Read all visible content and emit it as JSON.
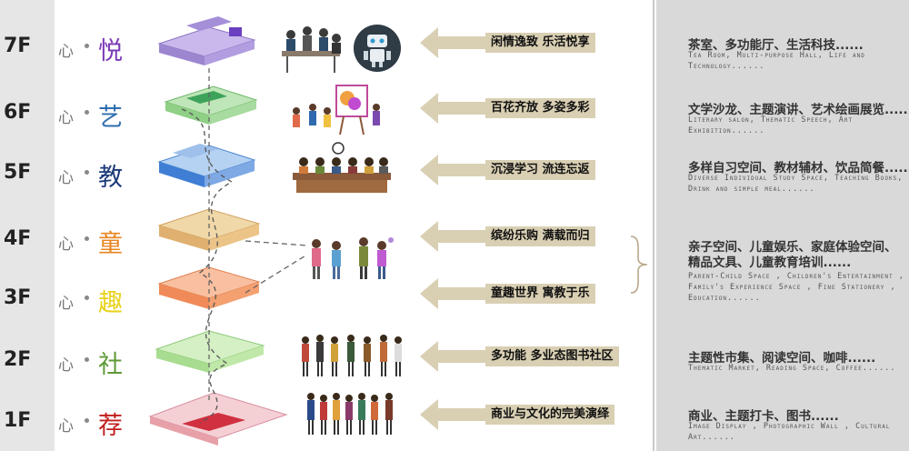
{
  "xin": "心",
  "floors": [
    {
      "floor": "7F",
      "char": "悦",
      "char_color": "#7a39b5",
      "slogan": "闲情逸致  乐活悦享",
      "title": "茶室、多功能厅、生活科技......",
      "desc": "Tea Room, Multi-purpose Hall, Life and Technology......",
      "color": "#b9a6e0"
    },
    {
      "floor": "6F",
      "char": "艺",
      "char_color": "#2e6db0",
      "slogan": "百花齐放  多姿多彩",
      "title": "文学沙龙、主题演讲、艺术绘画展览......",
      "desc": "Literary salon, Thematic Speech, Art Exhibition......",
      "color": "#7ec486"
    },
    {
      "floor": "5F",
      "char": "教",
      "char_color": "#1c3a7a",
      "slogan": "沉浸学习  流连忘返",
      "title": "多样自习空间、教材辅材、饮品简餐......",
      "desc": "Diverse Individual Study Space, Teaching Books, Drink and simple meal......",
      "color": "#6fa3e0"
    },
    {
      "floor": "4F",
      "char": "童",
      "char_color": "#e8841f",
      "slogan": "缤纷乐购  满载而归",
      "color": "#e8c48a"
    },
    {
      "floor": "3F",
      "char": "趣",
      "char_color": "#e8d21a",
      "slogan": "童趣世界  寓教于乐",
      "color": "#f0a27a"
    },
    {
      "floor": "2F",
      "char": "社",
      "char_color": "#5e9a37",
      "slogan": "多功能 多业态图书社区",
      "title": "主题性市集、阅读空间、咖啡......",
      "desc": "Thematic Market, Reading Space, Coffee......",
      "color": "#b6e0a0"
    },
    {
      "floor": "1F",
      "char": "荐",
      "char_color": "#c0201d",
      "slogan": "商业与文化的完美演绎",
      "title": "商业、主题打卡、图书......",
      "desc": "Image Display , Photographic Wall , Cultural Art......",
      "color": "#e8a0a8"
    }
  ],
  "group_34": {
    "title": "亲子空间、儿童娱乐、家庭体验空间、精品文具、儿童教育培训......",
    "desc": "Parent-Child Space , Children's Entertainment , Family's Experience Space , Fine Stationery , Education......"
  }
}
